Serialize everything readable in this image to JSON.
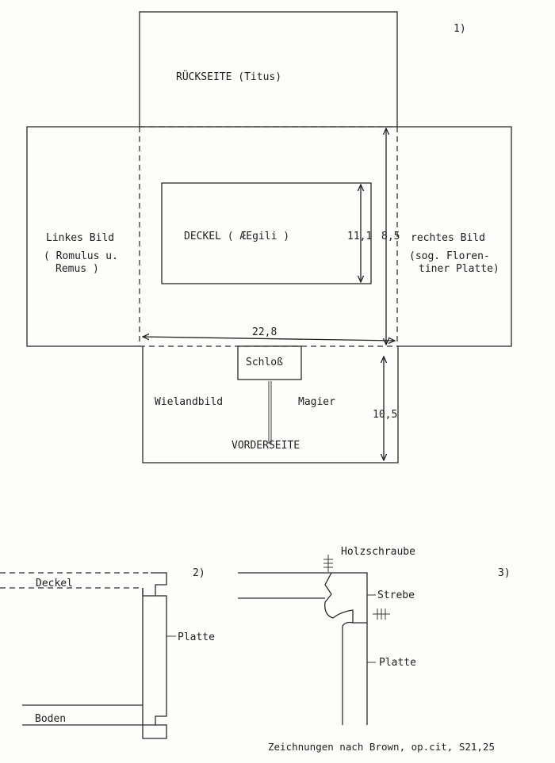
{
  "figure1": {
    "number": "1)",
    "back_label": "RÜCKSEITE (Titus)",
    "left_label_1": "Linkes Bild",
    "left_label_2": "( Romulus u.",
    "left_label_3": "Remus )",
    "lid_label": "DECKEL  ( ÆEgili )",
    "right_label_1": "rechtes Bild",
    "right_label_2": "(sog. Floren-",
    "right_label_3": "tiner Platte)",
    "dim_lid_height": "11,1",
    "dim_height": "8,5",
    "dim_width": "22,8",
    "lock_label": "Schloß",
    "front_left_label": "Wielandbild",
    "front_right_label": "Magier",
    "front_label": "VORDERSEITE",
    "dim_front": "10,5"
  },
  "figure2": {
    "number": "2)",
    "lid_label": "Deckel",
    "plate_label": "Platte",
    "bottom_label": "Boden"
  },
  "figure3": {
    "number": "3)",
    "screw_label": "Holzschraube",
    "strut_label": "Strebe",
    "plate_label": "Platte"
  },
  "caption": "Zeichnungen nach Brown, op.cit, S21,25"
}
